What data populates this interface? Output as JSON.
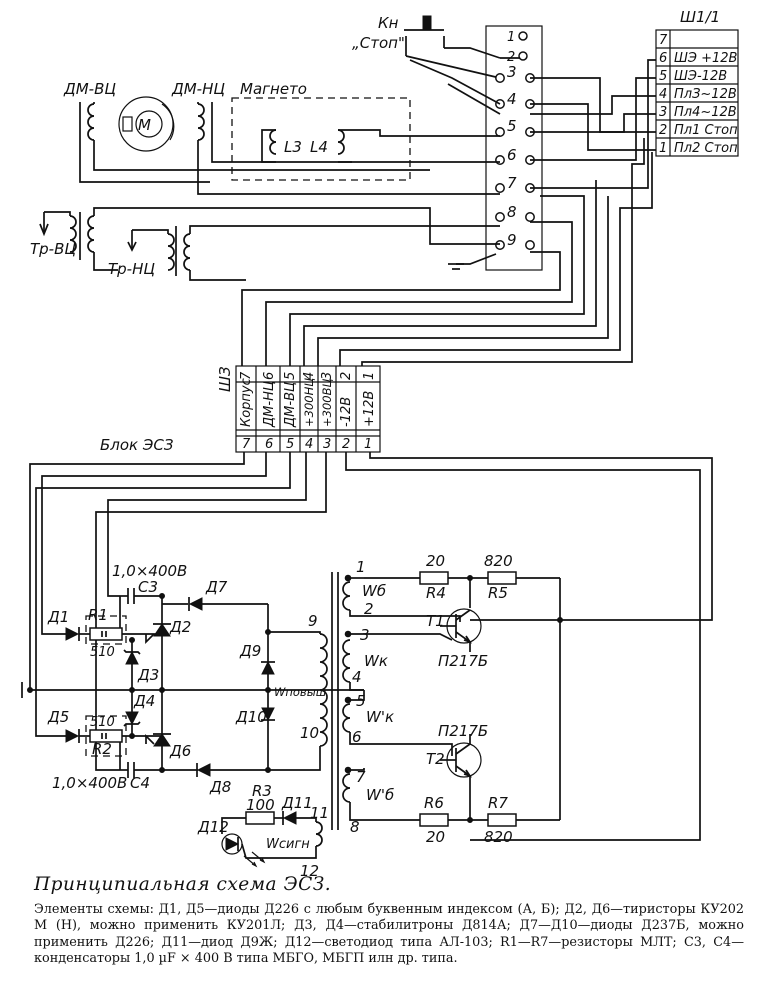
{
  "labels": {
    "kn": "Кн",
    "stop_btn": "„Стоп\"",
    "dm_vc": "ДМ-ВЦ",
    "dm_nc": "ДМ-НЦ",
    "motor": "М",
    "magneto": "Магнето",
    "l3": "L3",
    "l4": "L4",
    "tr_vc": "Тр-ВЦ",
    "tr_nc": "Тр-НЦ",
    "block": "Блок ЭСЗ",
    "sh3": "ШЗ",
    "sh11": "Ш1/1",
    "c3_rating": "1,0×400В",
    "c3": "С3",
    "c4_rating": "1,0×400В",
    "c4": "С4",
    "d1": "Д1",
    "d2": "Д2",
    "d3": "Д3",
    "d4": "Д4",
    "d5": "Д5",
    "d6": "Д6",
    "d7": "Д7",
    "d8": "Д8",
    "d9": "Д9",
    "d10": "Д10",
    "d11": "Д11",
    "d12": "Д12",
    "r1": "R1",
    "r1_val": "510",
    "r2": "R2",
    "r2_val": "510",
    "r3": "R3",
    "r3_val": "100",
    "r4": "R4",
    "r4_val": "20",
    "r5": "R5",
    "r5_val": "820",
    "r6": "R6",
    "r6_val": "20",
    "r7": "R7",
    "r7_val": "820",
    "t1": "Т1",
    "t1_type": "П217Б",
    "t2": "Т2",
    "t2_type": "П217Б",
    "wb": "Wб",
    "wk": "Wк",
    "wk2": "W'к",
    "wb2": "W'б",
    "wpov": "Wповыш",
    "wsign": "Wсигн",
    "n1": "1",
    "n2": "2",
    "n3": "3",
    "n4": "4",
    "n5": "5",
    "n6": "6",
    "n7": "7",
    "n8": "8",
    "n9": "9",
    "n10": "10",
    "n11": "11",
    "n12": "12"
  },
  "terminal_block": [
    "1",
    "2",
    "3",
    "4",
    "5",
    "6",
    "7",
    "8",
    "9"
  ],
  "sh11_rows": [
    {
      "num": "7",
      "label": ""
    },
    {
      "num": "6",
      "label": "ШЭ +12В"
    },
    {
      "num": "5",
      "label": "ШЭ-12В"
    },
    {
      "num": "4",
      "label": "ПлЗ~12В"
    },
    {
      "num": "3",
      "label": "Пл4~12В"
    },
    {
      "num": "2",
      "label": "Пл1 Стоп"
    },
    {
      "num": "1",
      "label": "Пл2 Стоп"
    }
  ],
  "sh3_upper": [
    {
      "num": "7",
      "label": "Корпус"
    },
    {
      "num": "6",
      "label": "ДМ-НЦ"
    },
    {
      "num": "5",
      "label": "ДМ-ВЦ"
    },
    {
      "num": "4",
      "label": "+300НЦ"
    },
    {
      "num": "3",
      "label": "+300ВЦ"
    },
    {
      "num": "2",
      "label": "-12В"
    },
    {
      "num": "1",
      "label": "+12В"
    }
  ],
  "sh3_lower": [
    "7",
    "6",
    "5",
    "4",
    "3",
    "2",
    "1"
  ],
  "caption": {
    "title": "Принципиальная схема ЭСЗ.",
    "body": "Элементы схемы: Д1, Д5—диоды Д226 с любым буквенным индексом (А, Б); Д2, Д6—тиристоры КУ202 М (Н), можно применить КУ201Л; Д3, Д4—стабилитроны Д814А; Д7—Д10—диоды Д237Б, можно применить Д226; Д11—диод Д9Ж; Д12—светодиод типа АЛ-103; R1—R7—резисторы МЛТ; С3, С4—конденсаторы 1,0 µF × 400 В типа МБГО, МБГП илн др. типа."
  }
}
